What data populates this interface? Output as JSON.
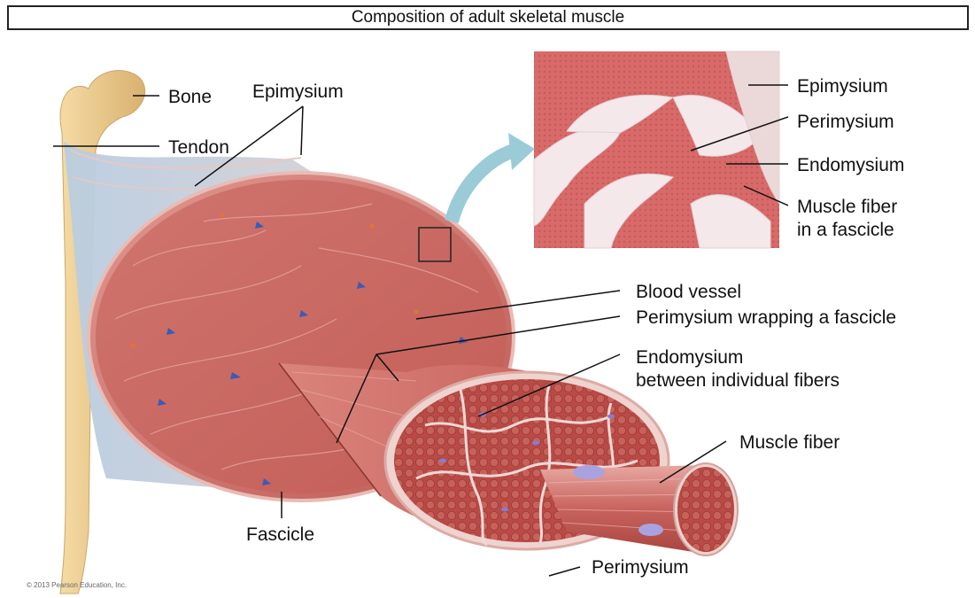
{
  "title": "Composition of adult skeletal muscle",
  "labels": {
    "bone": "Bone",
    "tendon": "Tendon",
    "epimysium_main": "Epimysium",
    "fascicle": "Fascicle",
    "blood_vessel": "Blood vessel",
    "perimysium_wrapping": "Perimysium wrapping a fascicle",
    "endomysium_line1": "Endomysium",
    "endomysium_line2": "between individual fibers",
    "muscle_fiber": "Muscle fiber",
    "perimysium_bottom": "Perimysium",
    "micro_epimysium": "Epimysium",
    "micro_perimysium": "Perimysium",
    "micro_endomysium": "Endomysium",
    "micro_fiber_line1": "Muscle fiber",
    "micro_fiber_line2": "in a fascicle"
  },
  "copyright": "© 2013 Pearson Education, Inc.",
  "colors": {
    "muscle": "#c85a55",
    "muscle_dark": "#a8403d",
    "muscle_light": "#e08a80",
    "tissue_white": "#f3dede",
    "bone": "#e9c98a",
    "tendon": "#c8d8e8",
    "arrow": "#9ccbd8"
  }
}
